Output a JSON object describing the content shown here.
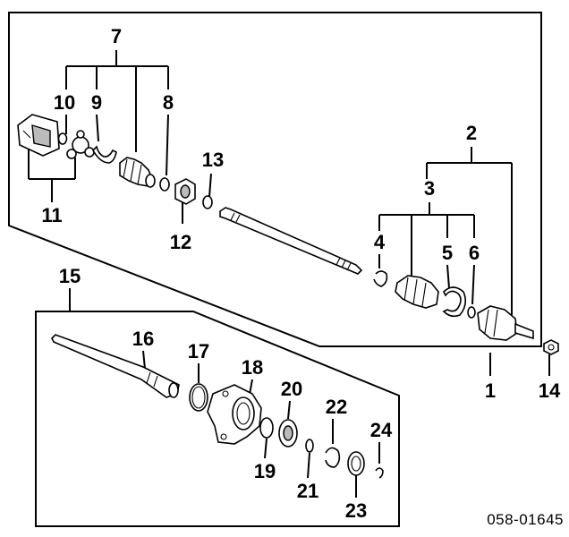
{
  "diagram": {
    "catalog_code": "058-01645",
    "callouts": {
      "p1": "1",
      "p2": "2",
      "p3": "3",
      "p4": "4",
      "p5": "5",
      "p6": "6",
      "p7": "7",
      "p8": "8",
      "p9": "9",
      "p10": "10",
      "p11": "11",
      "p12": "12",
      "p13": "13",
      "p14": "14",
      "p15": "15",
      "p16": "16",
      "p17": "17",
      "p18": "18",
      "p19": "19",
      "p20": "20",
      "p21": "21",
      "p22": "22",
      "p23": "23",
      "p24": "24"
    }
  }
}
